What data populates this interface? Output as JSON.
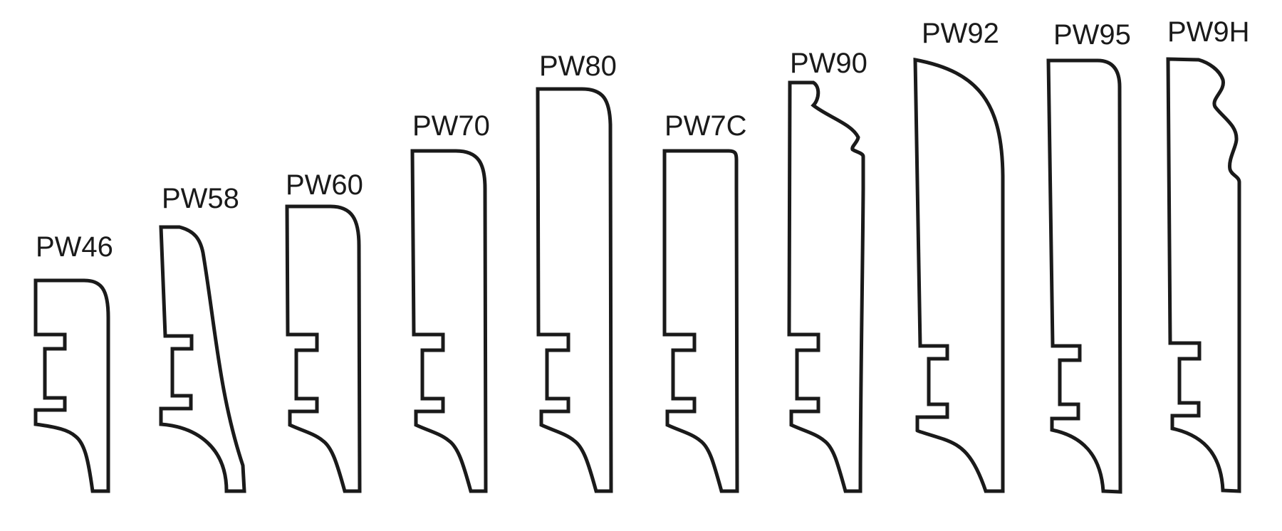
{
  "colors": {
    "stroke": "#1a1a1a",
    "background": "#ffffff"
  },
  "profiles": [
    {
      "code": "PW46"
    },
    {
      "code": "PW58"
    },
    {
      "code": "PW60"
    },
    {
      "code": "PW70"
    },
    {
      "code": "PW80"
    },
    {
      "code": "PW7C"
    },
    {
      "code": "PW90"
    },
    {
      "code": "PW92"
    },
    {
      "code": "PW95"
    },
    {
      "code": "PW9H"
    }
  ]
}
